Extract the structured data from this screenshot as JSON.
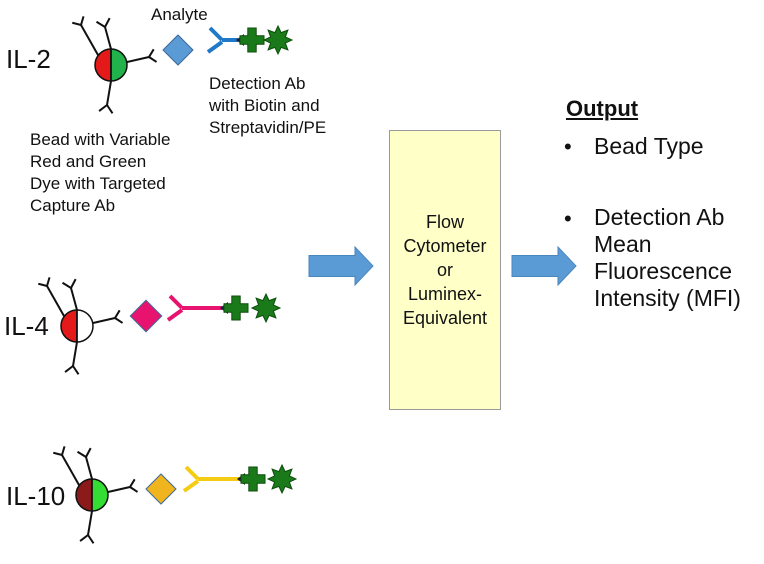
{
  "assays": [
    {
      "label": "IL-2",
      "left_color": "#e41a1a",
      "right_color": "#22b24c",
      "analyte_color": "#5b9bd5",
      "detection_color": "#1f78c8"
    },
    {
      "label": "IL-4",
      "left_color": "#e41a1a",
      "right_color": "#ffffff",
      "analyte_color": "#e8136f",
      "detection_color": "#e8136f"
    },
    {
      "label": "IL-10",
      "left_color": "#8b1a1a",
      "right_color": "#33dd33",
      "analyte_color": "#f0b41e",
      "detection_color": "#f5cc14"
    }
  ],
  "labels": {
    "analyte": "Analyte",
    "detection": "Detection Ab\nwith Biotin and\nStreptavidin/PE",
    "bead": "Bead with Variable\nRed and Green\nDye with Targeted\nCapture Ab"
  },
  "flow_box": {
    "text": "Flow\nCytometer\nor\nLuminex-\nEquivalent",
    "fill": "#ffffc8"
  },
  "output": {
    "title": "Output",
    "bullet": "•",
    "items": [
      "Bead Type",
      "Detection Ab\nMean\nFluorescence\nIntensity (MFI)"
    ]
  },
  "colors": {
    "arrow": "#5b9bd5",
    "strep": "#1a7a1a",
    "line": "#111111"
  },
  "icons": [
    "bead",
    "capture-antibody",
    "analyte",
    "detection-antibody",
    "biotin",
    "streptavidin-pe",
    "flow-arrow"
  ]
}
